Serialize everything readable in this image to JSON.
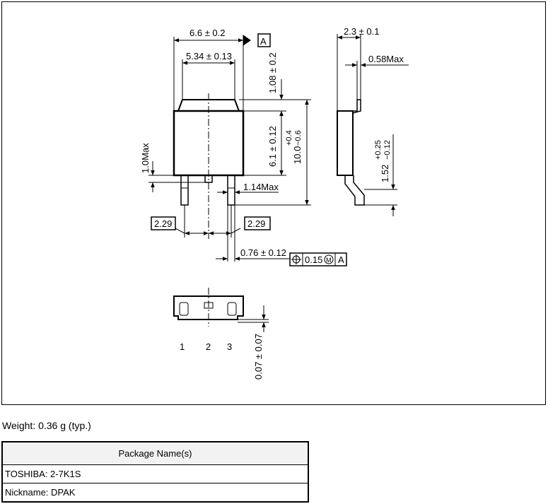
{
  "dimensions": {
    "width_total": "6.6 ± 0.2",
    "datum_a": "A",
    "width_body": "5.34 ± 0.13",
    "tab_height": "1.08 ± 0.2",
    "body_height": "6.1 ± 0.12",
    "total_height_nominal": "10.0",
    "total_height_tol_plus": "+0.4",
    "total_height_tol_minus": "−0.6",
    "lead_stub_max": "1.0Max",
    "lead_width": "1.14Max",
    "pitch_left": "2.29",
    "pitch_right": "2.29",
    "lead_thickness": "0.76 ± 0.12",
    "position_tol": "0.15",
    "position_modifier": "M",
    "position_datum": "A",
    "side_thickness": "2.3 ± 0.1",
    "side_lead_max": "0.58Max",
    "side_height_nominal": "1.52",
    "side_height_tol_plus": "+0.25",
    "side_height_tol_minus": "−0.12",
    "bottom_gap": "0.07 ± 0.07"
  },
  "pins": [
    "1",
    "2",
    "3"
  ],
  "weight": "Weight: 0.36 g (typ.)",
  "table": {
    "header": "Package Name(s)",
    "rows": [
      "TOSHIBA: 2-7K1S",
      "Nickname: DPAK"
    ]
  }
}
